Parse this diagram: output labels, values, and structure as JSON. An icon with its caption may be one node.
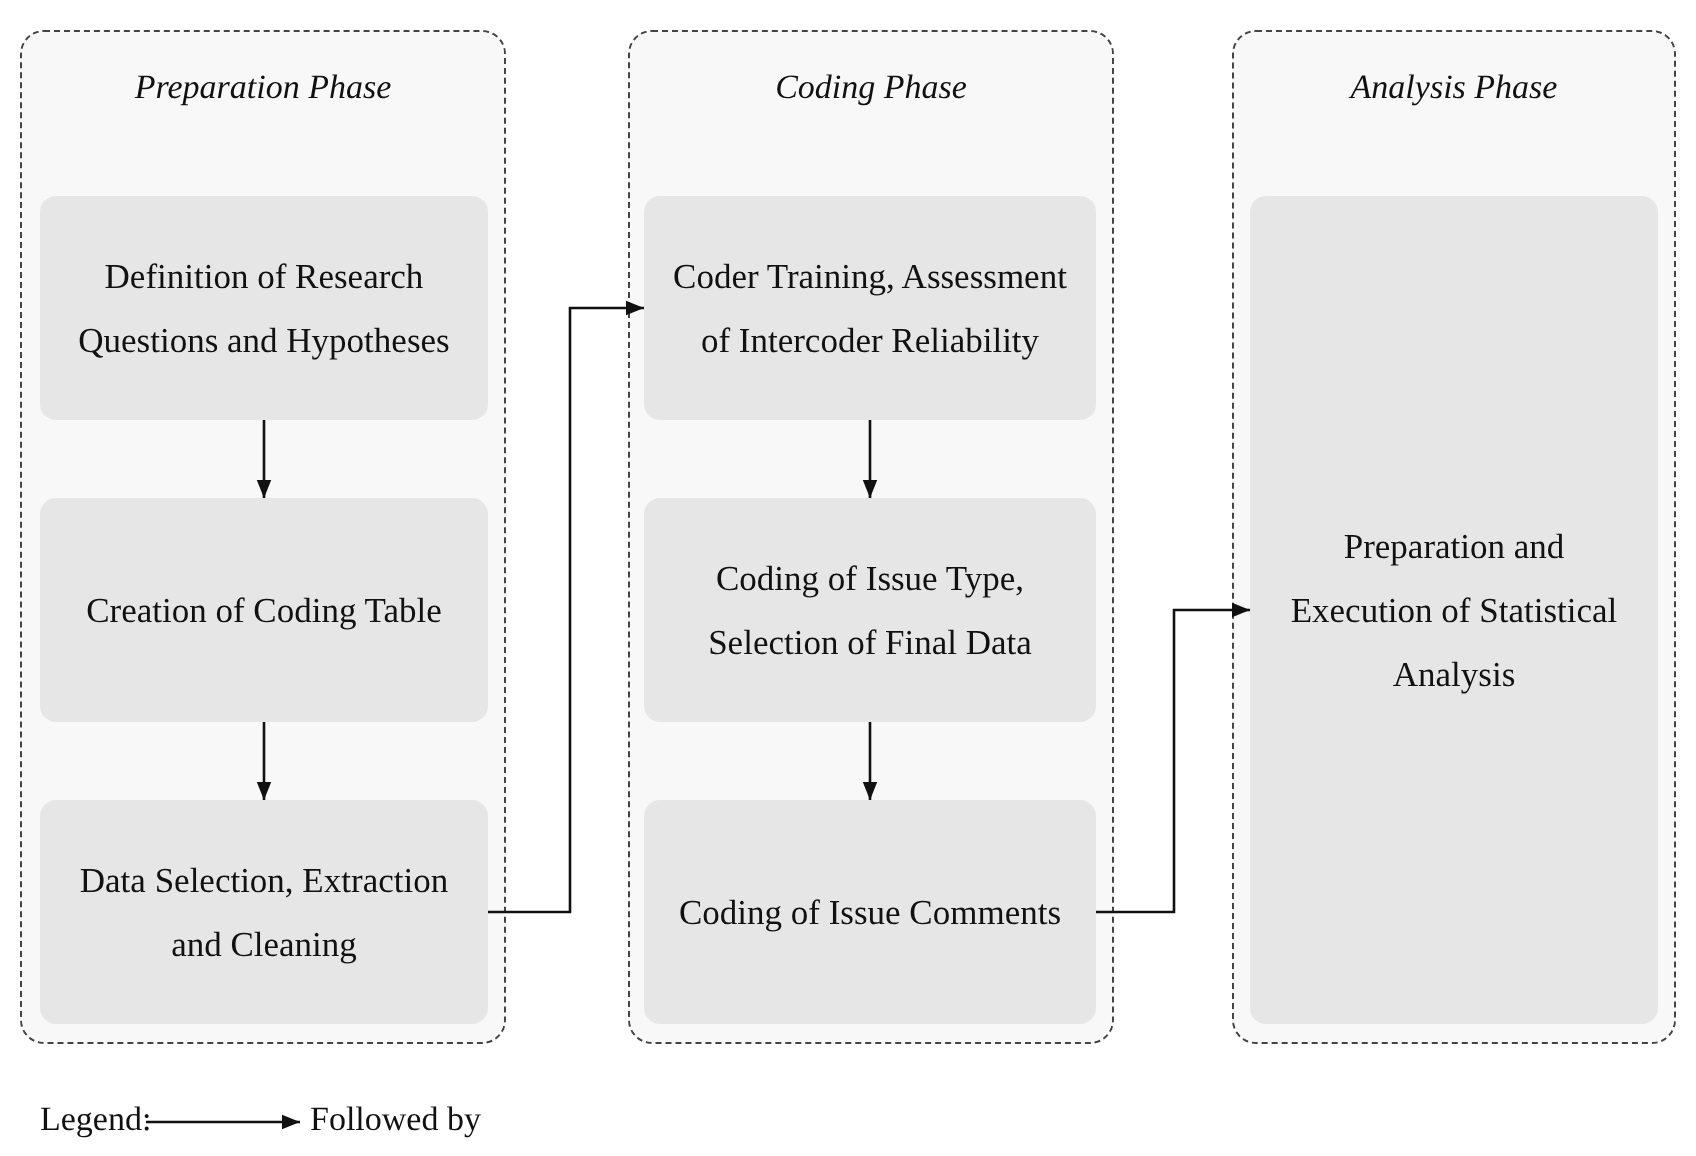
{
  "diagram": {
    "nodes": [
      {
        "text": [
          "Preparation Phase"
        ]
      },
      {
        "text": [
          "Definition of Research Questions and Hypotheses"
        ],
        "in": 0
      },
      {
        "text": [
          "Creation of Coding Table"
        ],
        "in": 0
      },
      {
        "text": [
          "Data Selection, Extraction and Cleaning"
        ],
        "in": 0
      },
      {
        "text": [
          "Coding Phase"
        ]
      },
      {
        "text": [
          "Coder Training, Assessment of Intercoder Reliability"
        ],
        "in": 4
      },
      {
        "text": [
          "Coding of Issue Type, Selection of Final Data"
        ],
        "in": 4
      },
      {
        "text": [
          "Coding of Issue Comments"
        ],
        "in": 4
      },
      {
        "text": [
          "Analysis Phase"
        ]
      },
      {
        "text": [
          "Preparation and Execution of Statistical Analysis"
        ],
        "in": 8
      }
    ],
    "edges": [
      {
        "from": 1,
        "to": 2,
        "arrow": "to"
      },
      {
        "from": 2,
        "to": 3,
        "arrow": "to"
      },
      {
        "from": 3,
        "to": 5,
        "arrow": "to"
      },
      {
        "from": 5,
        "to": 6,
        "arrow": "to"
      },
      {
        "from": 6,
        "to": 7,
        "arrow": "to"
      },
      {
        "from": 7,
        "to": 9,
        "arrow": "to"
      }
    ],
    "labels": [
      "Legend:"
    ],
    "legend": [
      {
        "text": "Followed by"
      }
    ]
  }
}
